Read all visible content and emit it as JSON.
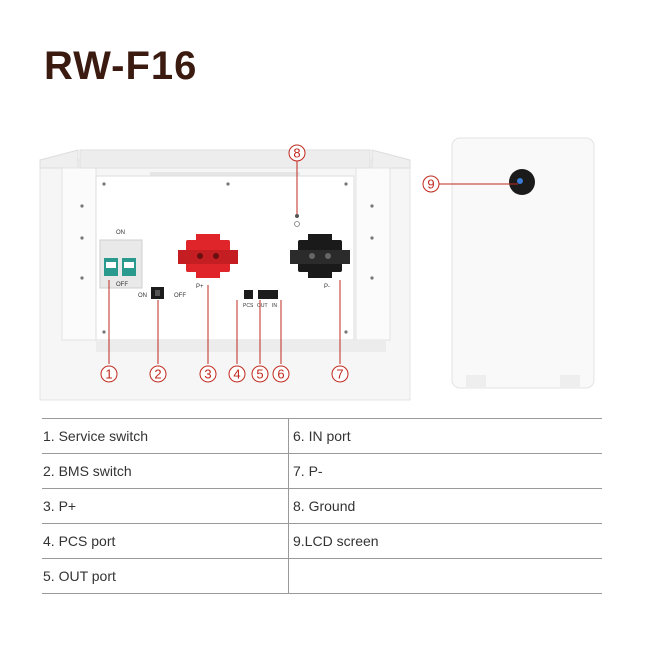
{
  "title": "RW-F16",
  "front_panel": {
    "switch_on": "ON",
    "switch_off": "OFF",
    "bms_on": "ON",
    "bms_off": "OFF",
    "p_plus": "P+",
    "p_minus": "P-",
    "pcs": "PCS",
    "out": "OUT",
    "in": "IN"
  },
  "callouts": [
    "1",
    "2",
    "3",
    "4",
    "5",
    "6",
    "7",
    "8",
    "9"
  ],
  "legend": [
    [
      "1. Service switch",
      "6. IN port"
    ],
    [
      "2. BMS switch",
      "7. P-"
    ],
    [
      "3. P+",
      "8. Ground"
    ],
    [
      "4. PCS port",
      "9.LCD screen"
    ],
    [
      "5. OUT port",
      ""
    ]
  ],
  "colors": {
    "title": "#3b1a10",
    "callout": "#c0281e",
    "p_plus_terminal": "#e0252a",
    "p_minus_terminal": "#1a1a1a",
    "breaker": "#2a9a8f"
  }
}
